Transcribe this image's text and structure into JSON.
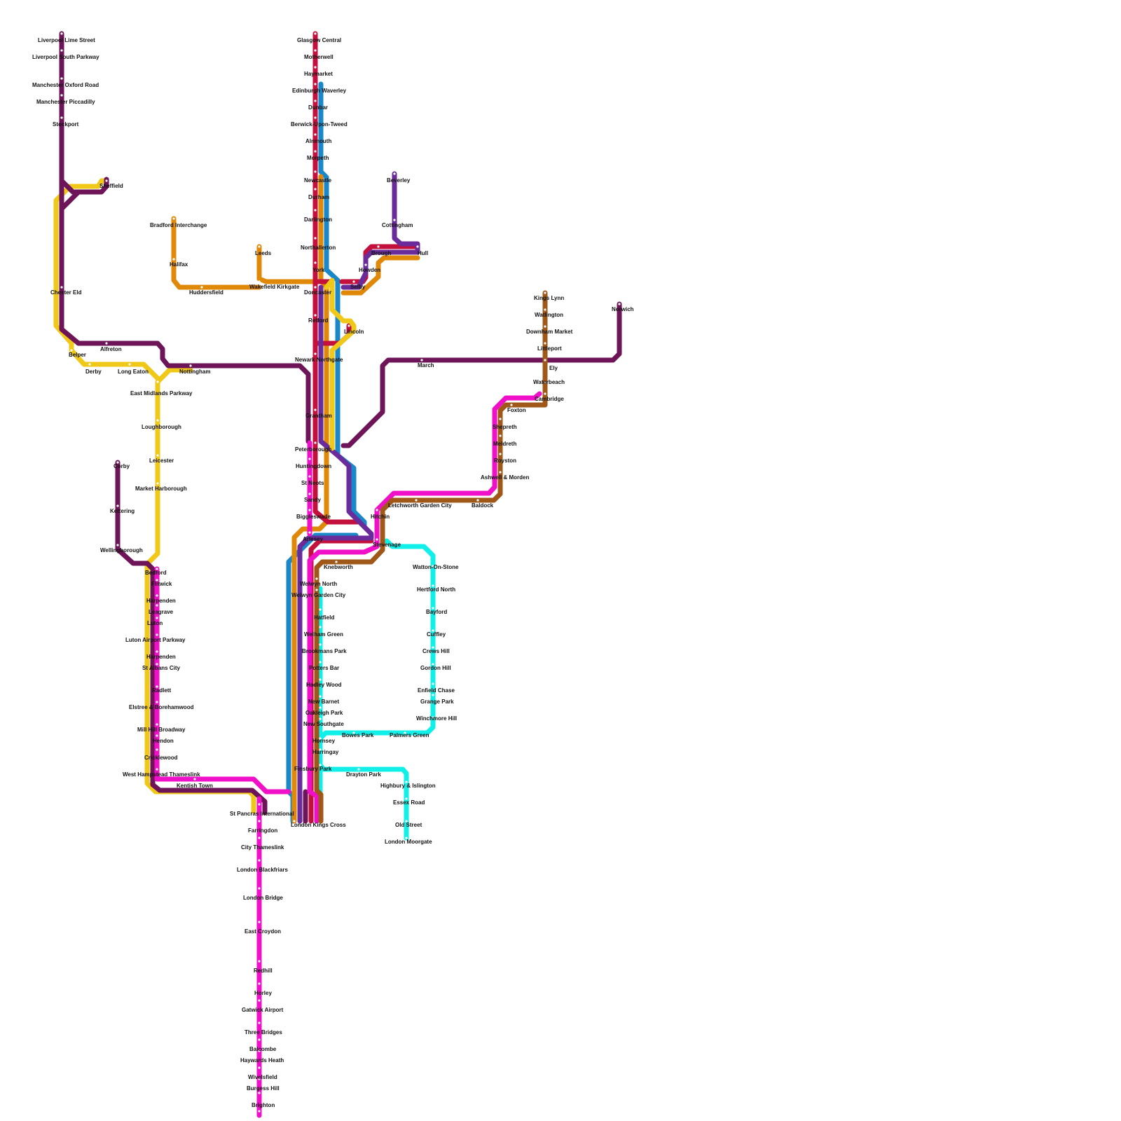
{
  "colors": {
    "northwest_purple": "#6e1458",
    "midland_yellow": "#f0c818",
    "ecml_red": "#c4103c",
    "ecml_blue": "#1a88c8",
    "yorkshire_orange": "#e08808",
    "hull_purple": "#6a2c9a",
    "thameslink_magenta": "#f010c8",
    "cambridge_brown": "#a05818",
    "moorgate_cyan": "#10f0e8"
  },
  "stations": [
    "Liverpool Lime Street",
    "Liverpool South Parkway",
    "Manchester Oxford Road",
    "Manchester Piccadilly",
    "Stockport",
    "Sheffield",
    "Chester Eld",
    "Alfreton",
    "Belper",
    "Derby",
    "Long Eaton",
    "Nottingham",
    "East Midlands Parkway",
    "Loughborough",
    "Leicester",
    "Market Harborough",
    "Corby",
    "Kettering",
    "Wellingborough",
    "Glasgow Central",
    "Motherwell",
    "Haymarket",
    "Edinburgh Waverley",
    "Dunbar",
    "Berwick-Upon-Tweed",
    "Alnmouth",
    "Morpeth",
    "Newcastle",
    "Durham",
    "Darlington",
    "Northallerton",
    "York",
    "Doncaster",
    "Retford",
    "Newark Northgate",
    "Grantham",
    "Peterborough",
    "Huntingdown",
    "St Neots",
    "Sandy",
    "Biggleswade",
    "Arlesey",
    "Hitchin",
    "Stevenage",
    "Knebworth",
    "Welwyn North",
    "Welwyn Garden City",
    "Hatfield",
    "Welham Green",
    "Brookmans Park",
    "Potters Bar",
    "Hadley Wood",
    "New Barnet",
    "Oakleigh Park",
    "New Southgate",
    "Bowes Park",
    "Palmers Green",
    "Winchmore Hill",
    "Grange Park",
    "Enfield Chase",
    "Gordon Hill",
    "Crews Hill",
    "Cuffley",
    "Bayford",
    "Hertford North",
    "Watton-On-Stone",
    "Hornsey",
    "Harringay",
    "Finsbury Park",
    "Drayton Park",
    "Highbury & Islington",
    "Essex Road",
    "Old Street",
    "London Moorgate",
    "London Kings Cross",
    "Bradford Interchange",
    "Halifax",
    "Huddersfield",
    "Leeds",
    "Wakefield Kirkgate",
    "Beverley",
    "Cottingham",
    "Hull",
    "Brough",
    "Howden",
    "Selby",
    "Lincoln",
    "Kings Lynn",
    "Watlington",
    "Downham Market",
    "Littleport",
    "Norwich",
    "Ely",
    "March",
    "Waterbeach",
    "Cambridge",
    "Foxton",
    "Shepreth",
    "Meldreth",
    "Royston",
    "Ashwell & Morden",
    "Baldock",
    "Letchworth Garden City",
    "Bedford",
    "Flitwick",
    "Harpenden",
    "Leagrave",
    "Luton",
    "Luton Airport Parkway",
    "St Albans City",
    "Radlett",
    "Elstree & Borehamwood",
    "Mill Hill Broadway",
    "Hendon",
    "Cricklewood",
    "West Hampstead Thameslink",
    "Kentish Town",
    "St Pancras International",
    "Farringdon",
    "City Thameslink",
    "London Blackfriars",
    "London Bridge",
    "East Croydon",
    "Redhill",
    "Horley",
    "Gatwick Airport",
    "Three Bridges",
    "Balcombe",
    "Haywards Heath",
    "Wivelsfield",
    "Burgess Hill",
    "Brighton"
  ]
}
